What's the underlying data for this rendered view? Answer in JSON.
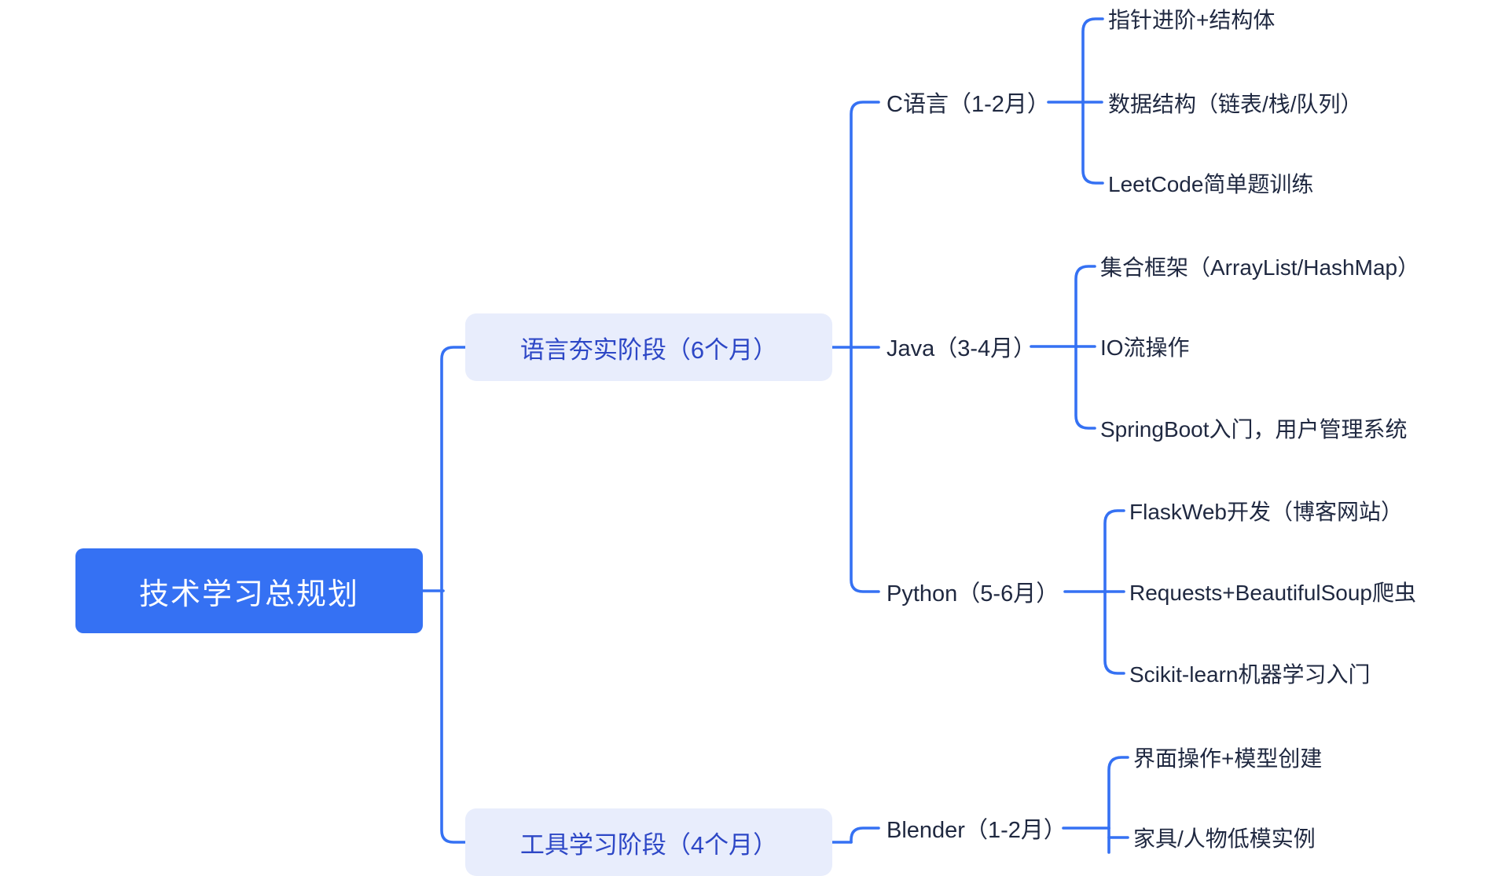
{
  "theme": {
    "line_color": "#3571F3",
    "root_bg": "#3571F3",
    "root_text": "#FFFFFF",
    "branch_bg": "#E8EDFC",
    "branch_text": "#2D47C6",
    "text_color": "#1F2840"
  },
  "mindmap": {
    "root": "技术学习总规划",
    "branches": [
      {
        "label": "语言夯实阶段（6个月）",
        "children": [
          {
            "label": "C语言（1-2月）",
            "children": [
              "指针进阶+结构体",
              "数据结构（链表/栈/队列）",
              "LeetCode简单题训练"
            ]
          },
          {
            "label": "Java（3-4月）",
            "children": [
              "集合框架（ArrayList/HashMap）",
              "IO流操作",
              "SpringBoot入门，用户管理系统"
            ]
          },
          {
            "label": "Python（5-6月）",
            "children": [
              "FlaskWeb开发（博客网站）",
              "Requests+BeautifulSoup爬虫",
              "Scikit-learn机器学习入门"
            ]
          }
        ]
      },
      {
        "label": "工具学习阶段（4个月）",
        "children": [
          {
            "label": "Blender（1-2月）",
            "children": [
              "界面操作+模型创建",
              "家具/人物低模实例"
            ]
          }
        ]
      }
    ]
  }
}
